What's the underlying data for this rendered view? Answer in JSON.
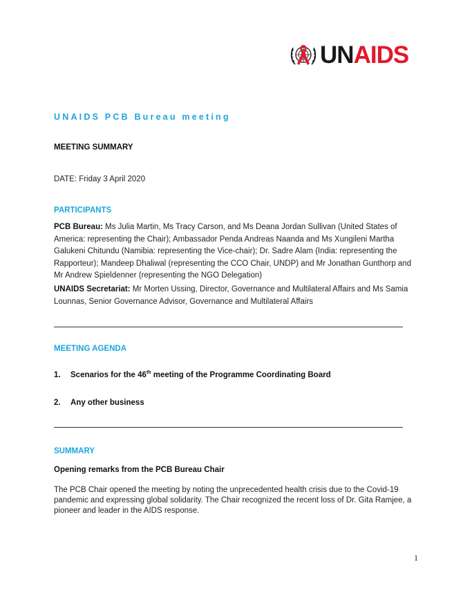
{
  "logo": {
    "text_un": "UN",
    "text_aids": "AIDS",
    "brand_red": "#e3182d",
    "emblem_icon": "un-emblem-red-ribbon-icon"
  },
  "title": "UNAIDS PCB Bureau meeting",
  "meeting_summary_label": "MEETING SUMMARY",
  "date_line": "DATE:  Friday 3 April 2020",
  "participants": {
    "heading": "PARTICIPANTS",
    "pcb_label": "PCB Bureau:",
    "pcb_text": " Ms Julia Martin, Ms Tracy Carson, and Ms Deana Jordan Sullivan (United States of America: representing the Chair); Ambassador Penda Andreas Naanda and Ms Xungileni Martha Galukeni Chitundu (Namibia: representing the Vice-chair); Dr. Sadre Alam (India: representing the Rapporteur); Mandeep Dhaliwal (representing the CCO Chair, UNDP) and Mr Jonathan Gunthorp and Mr Andrew Spieldenner (representing the NGO Delegation)",
    "secretariat_label": "UNAIDS Secretariat:",
    "secretariat_text": " Mr Morten Ussing, Director, Governance and Multilateral Affairs and Ms Samia Lounnas, Senior Governance Advisor, Governance and Multilateral Affairs"
  },
  "agenda": {
    "heading": "MEETING AGENDA",
    "item1_num": "1.",
    "item1_pre": "Scenarios for the 46",
    "item1_sup": "th",
    "item1_post": " meeting of the Programme Coordinating Board",
    "item2_num": "2.",
    "item2_text": "Any other business"
  },
  "summary": {
    "heading": "SUMMARY",
    "subheading": "Opening remarks from the PCB Bureau Chair",
    "text": "The PCB Chair opened the meeting by noting the unprecedented health crisis due to the Covid-19 pandemic and expressing global solidarity. The Chair recognized the recent loss of Dr. Gita Ramjee, a pioneer and leader in the AIDS response."
  },
  "page_number": "1",
  "colors": {
    "accent": "#1aa6de",
    "text": "#222222"
  }
}
